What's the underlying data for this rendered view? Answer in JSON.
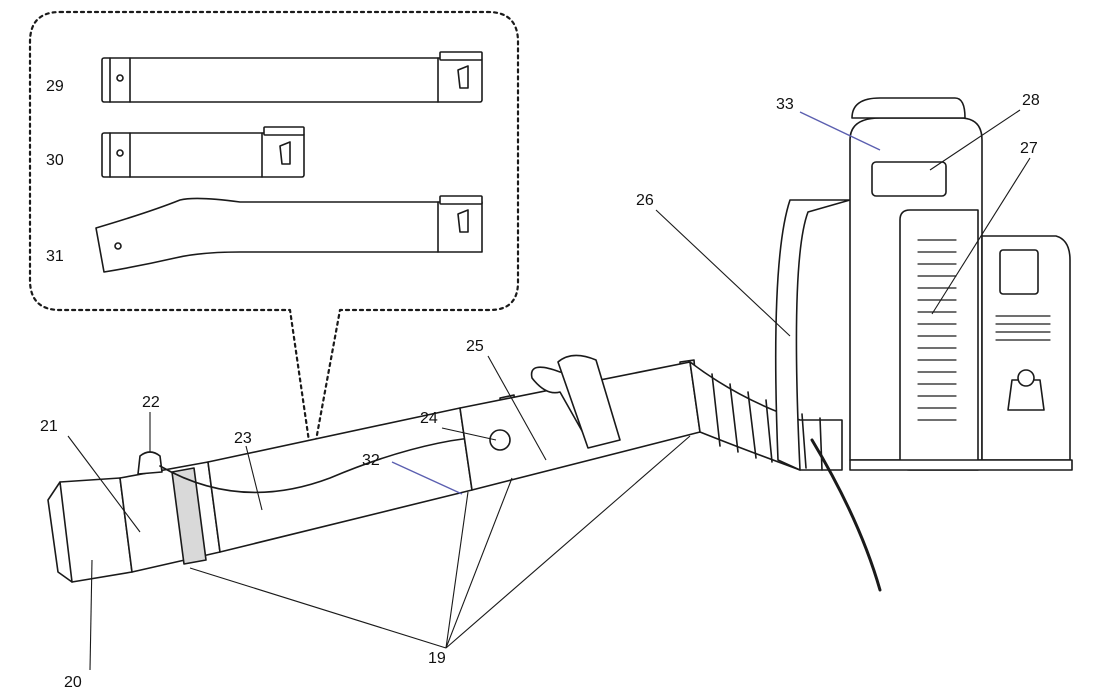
{
  "colors": {
    "line": "#1a1a1a",
    "accent_leader": "#5b5fb0",
    "part_fill": "#ffffff",
    "shade": "#d9d9d9",
    "background": "#ffffff"
  },
  "callouts": [
    {
      "id": "19",
      "text": "19"
    },
    {
      "id": "20",
      "text": "20"
    },
    {
      "id": "21",
      "text": "21"
    },
    {
      "id": "22",
      "text": "22"
    },
    {
      "id": "23",
      "text": "23"
    },
    {
      "id": "24",
      "text": "24"
    },
    {
      "id": "25",
      "text": "25"
    },
    {
      "id": "26",
      "text": "26"
    },
    {
      "id": "27",
      "text": "27"
    },
    {
      "id": "28",
      "text": "28"
    },
    {
      "id": "29",
      "text": "29"
    },
    {
      "id": "30",
      "text": "30"
    },
    {
      "id": "31",
      "text": "31"
    },
    {
      "id": "32",
      "text": "32"
    },
    {
      "id": "33",
      "text": "33"
    }
  ]
}
